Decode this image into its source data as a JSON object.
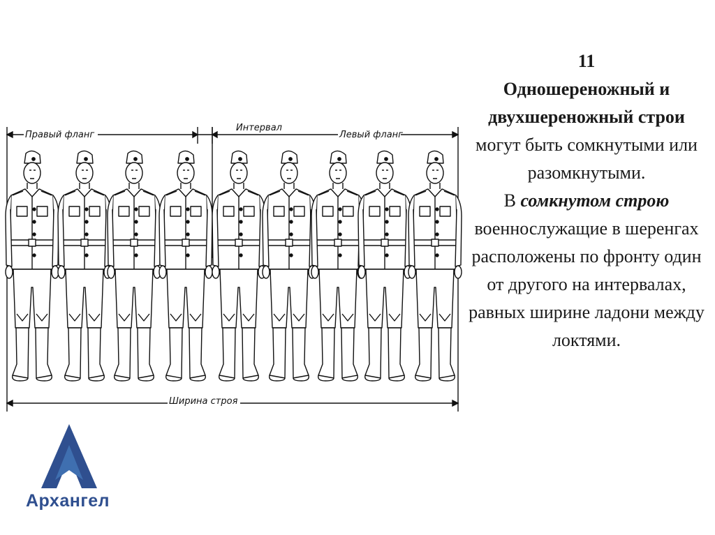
{
  "figure": {
    "labels": {
      "right_flank": "Правый фланг",
      "interval": "Интервал",
      "left_flank": "Левый фланг",
      "formation_width": "Ширина строя"
    },
    "soldier_count": 9
  },
  "text": {
    "slide_number": "11",
    "heading_bold": "Одношереножный и двухшереножный строи",
    "heading_rest": " могут быть сомкнутыми или разомкнутыми.",
    "para_prefix": "В ",
    "para_emphasis": "сомкнутом строю",
    "para_rest": " военнослужащие в шеренгах расположены по фронту один от другого на интервалах, равных ширине ладони между локтями."
  },
  "logo": {
    "name": "Архангел",
    "color": "#2f4f8f"
  }
}
